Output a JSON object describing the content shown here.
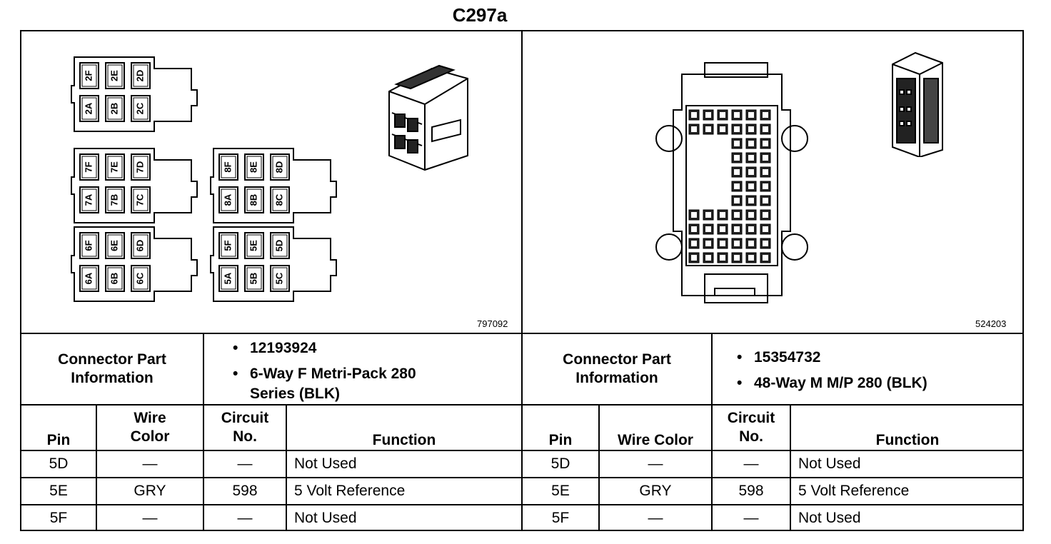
{
  "title": "C297a",
  "left": {
    "figure_id": "797092",
    "part_info_label": "Connector Part Information",
    "part_info": [
      "12193924",
      "6-Way F Metri-Pack 280 Series (BLK)"
    ],
    "pins_groups": [
      {
        "top": [
          "2F",
          "2E",
          "2D"
        ],
        "bottom": [
          "2A",
          "2B",
          "2C"
        ]
      },
      {
        "top": [
          "7F",
          "7E",
          "7D"
        ],
        "bottom": [
          "7A",
          "7B",
          "7C"
        ]
      },
      {
        "top": [
          "8F",
          "8E",
          "8D"
        ],
        "bottom": [
          "8A",
          "8B",
          "8C"
        ]
      },
      {
        "top": [
          "6F",
          "6E",
          "6D"
        ],
        "bottom": [
          "6A",
          "6B",
          "6C"
        ]
      },
      {
        "top": [
          "5F",
          "5E",
          "5D"
        ],
        "bottom": [
          "5A",
          "5B",
          "5C"
        ]
      }
    ],
    "headers": {
      "pin": "Pin",
      "wire": "Wire Color",
      "circuit": "Circuit No.",
      "function": "Function"
    },
    "rows": [
      {
        "pin": "5D",
        "wire": "—",
        "circuit": "—",
        "function": "Not Used"
      },
      {
        "pin": "5E",
        "wire": "GRY",
        "circuit": "598",
        "function": "5 Volt Reference"
      },
      {
        "pin": "5F",
        "wire": "—",
        "circuit": "—",
        "function": "Not Used"
      }
    ]
  },
  "right": {
    "figure_id": "524203",
    "part_info_label": "Connector Part Information",
    "part_info": [
      "15354732",
      "48-Way M M/P 280 (BLK)"
    ],
    "headers": {
      "pin": "Pin",
      "wire": "Wire Color",
      "circuit": "Circuit No.",
      "function": "Function"
    },
    "rows": [
      {
        "pin": "5D",
        "wire": "—",
        "circuit": "—",
        "function": "Not Used"
      },
      {
        "pin": "5E",
        "wire": "GRY",
        "circuit": "598",
        "function": "5 Volt Reference"
      },
      {
        "pin": "5F",
        "wire": "—",
        "circuit": "—",
        "function": "Not Used"
      }
    ]
  }
}
